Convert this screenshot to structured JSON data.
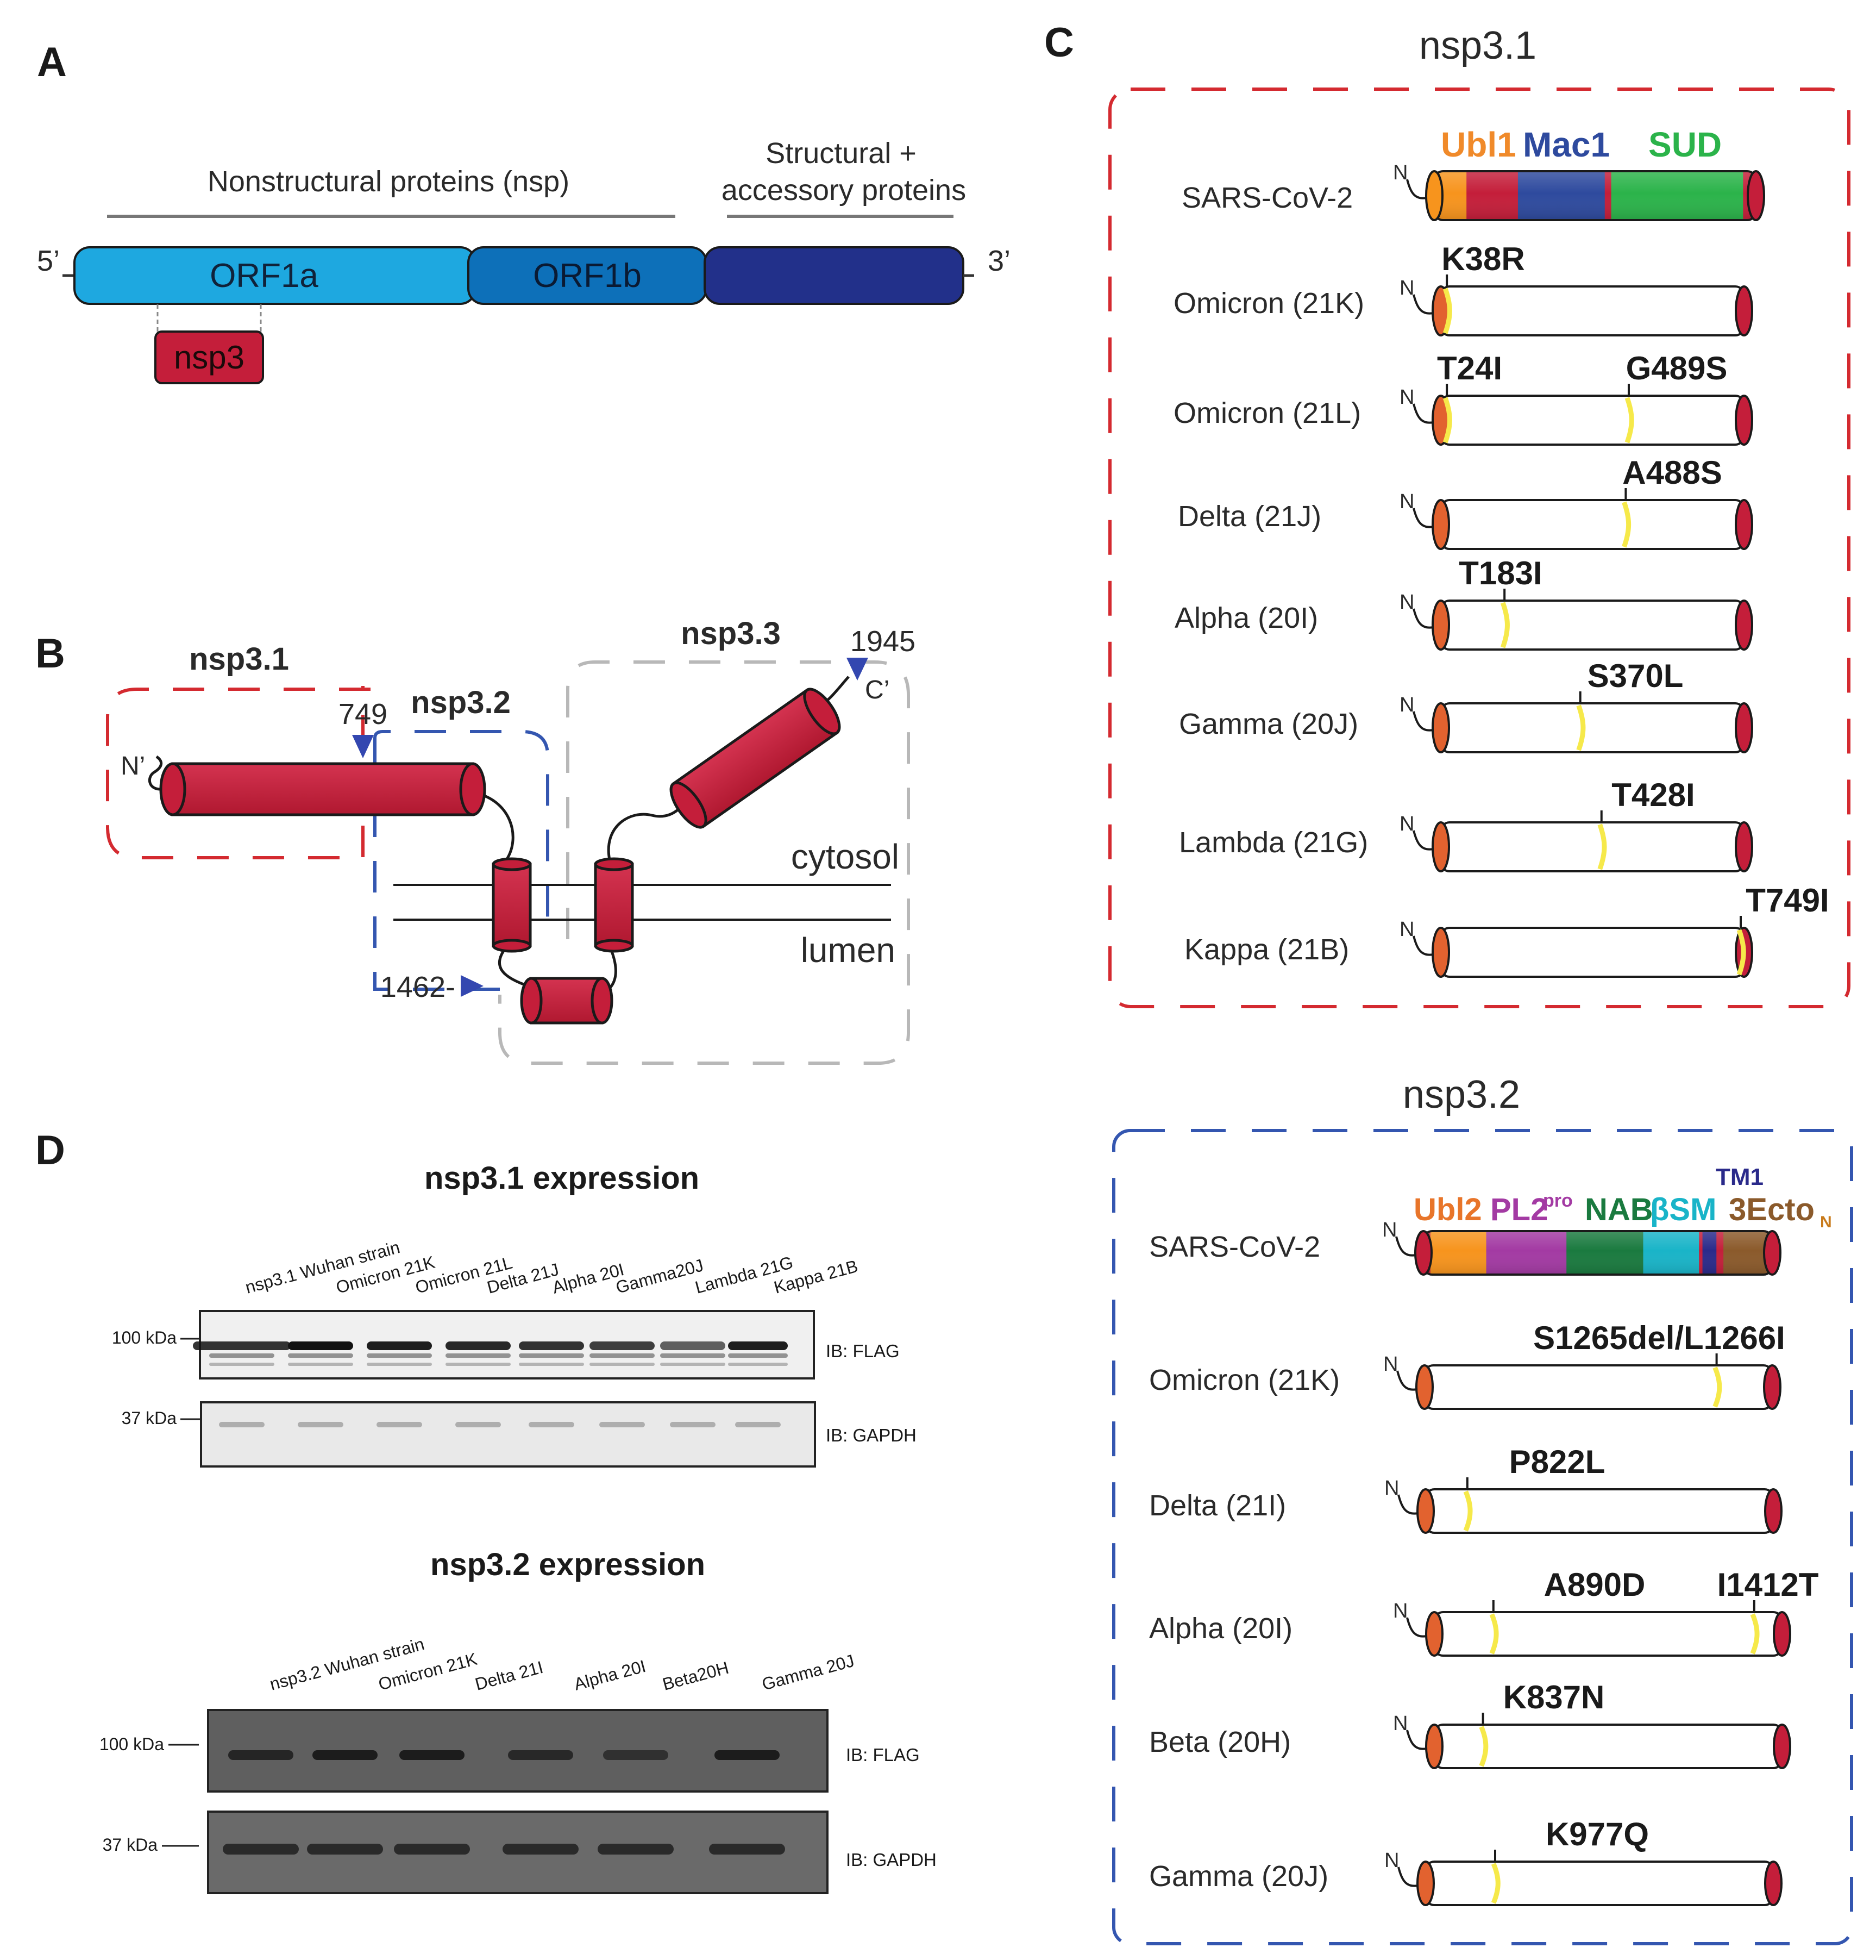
{
  "panels": {
    "a": "A",
    "b": "B",
    "c": "C",
    "d": "D"
  },
  "colors": {
    "crimson": "#c41e3a",
    "orf1a": "#1ea8e0",
    "orf1b": "#0d70b9",
    "structural": "#22308a",
    "ubl1": "#f7941d",
    "ubl1_var": "#e2622f",
    "mac1": "#2e4a9e",
    "mac1_var": "#7b3a7a",
    "sud": "#2bb34a",
    "sud_var": "#84824a",
    "ubl2": "#f7941d",
    "ubl2_var": "#e2622f",
    "pl2": "#a33aa3",
    "pl2_var": "#aa2a7a",
    "nab": "#1a7a3f",
    "nab_var": "#7d6a44",
    "bsm": "#19b4c8",
    "bsm_var": "#8c8c8c",
    "tm1": "#2a2a8a",
    "ecto": "#8b5a2b",
    "ecto_var": "#9e4a30",
    "mutation": "#f6e94a",
    "box1": "#d42a30",
    "box2": "#3456b0",
    "box3": "#b8b8b8"
  },
  "panel_a": {
    "nsp_label": "Nonstructural proteins (nsp)",
    "struct_label_1": "Structural +",
    "struct_label_2": "accessory proteins",
    "five_prime": "5’",
    "three_prime": "3’",
    "orf1a": "ORF1a",
    "orf1b": "ORF1b",
    "nsp3": "nsp3"
  },
  "panel_b": {
    "nsp3_1": "nsp3.1",
    "nsp3_2": "nsp3.2",
    "nsp3_3": "nsp3.3",
    "pos_749": "749",
    "pos_1462": "1462-",
    "pos_1945": "1945",
    "n_term": "N’",
    "c_term": "C’",
    "cytosol": "cytosol",
    "lumen": "lumen"
  },
  "panel_c1": {
    "title": "nsp3.1",
    "domains": {
      "ubl1": "Ubl1",
      "mac1": "Mac1",
      "sud": "SUD"
    },
    "n": "N",
    "rows": [
      {
        "label": "SARS-CoV-2",
        "mutations": []
      },
      {
        "label": "Omicron (21K)",
        "mutations": [
          "K38R"
        ]
      },
      {
        "label": "Omicron (21L)",
        "mutations": [
          "T24I",
          "G489S"
        ]
      },
      {
        "label": "Delta (21J)",
        "mutations": [
          "A488S"
        ]
      },
      {
        "label": "Alpha (20I)",
        "mutations": [
          "T183I"
        ]
      },
      {
        "label": "Gamma (20J)",
        "mutations": [
          "S370L"
        ]
      },
      {
        "label": "Lambda (21G)",
        "mutations": [
          "T428I"
        ]
      },
      {
        "label": "Kappa (21B)",
        "mutations": [
          "T749I"
        ]
      }
    ]
  },
  "panel_c2": {
    "title": "nsp3.2",
    "domains": {
      "ubl2": "Ubl2",
      "pl2": "PL2",
      "pl2_sup": "pro",
      "nab": "NAB",
      "bsm": "βSM",
      "tm1": "TM1",
      "ecto": "3Ecto",
      "ecto_sub": "N"
    },
    "n": "N",
    "rows": [
      {
        "label": "SARS-CoV-2",
        "mutations": []
      },
      {
        "label": "Omicron (21K)",
        "mutations": [
          "S1265del/L1266I"
        ]
      },
      {
        "label": "Delta (21I)",
        "mutations": [
          "P822L"
        ]
      },
      {
        "label": "Alpha (20I)",
        "mutations": [
          "A890D",
          "I1412T"
        ]
      },
      {
        "label": "Beta (20H)",
        "mutations": [
          "K837N"
        ]
      },
      {
        "label": "Gamma (20J)",
        "mutations": [
          "K977Q"
        ]
      }
    ]
  },
  "panel_d": {
    "blot1_title": "nsp3.1 expression",
    "blot1_lanes": [
      "nsp3.1 Wuhan strain",
      "Omicron 21K",
      "Omicron 21L",
      "Delta 21J",
      "Alpha 20I",
      "Gamma20J",
      "Lambda 21G",
      "Kappa 21B"
    ],
    "blot2_title": "nsp3.2 expression",
    "blot2_lanes": [
      "nsp3.2 Wuhan strain",
      "Omicron 21K",
      "Delta 21I",
      "Alpha 20I",
      "Beta20H",
      "Gamma 20J"
    ],
    "kda_100": "100 kDa",
    "kda_37": "37 kDa",
    "ib_flag": "IB: FLAG",
    "ib_gapdh": "IB: GAPDH"
  }
}
